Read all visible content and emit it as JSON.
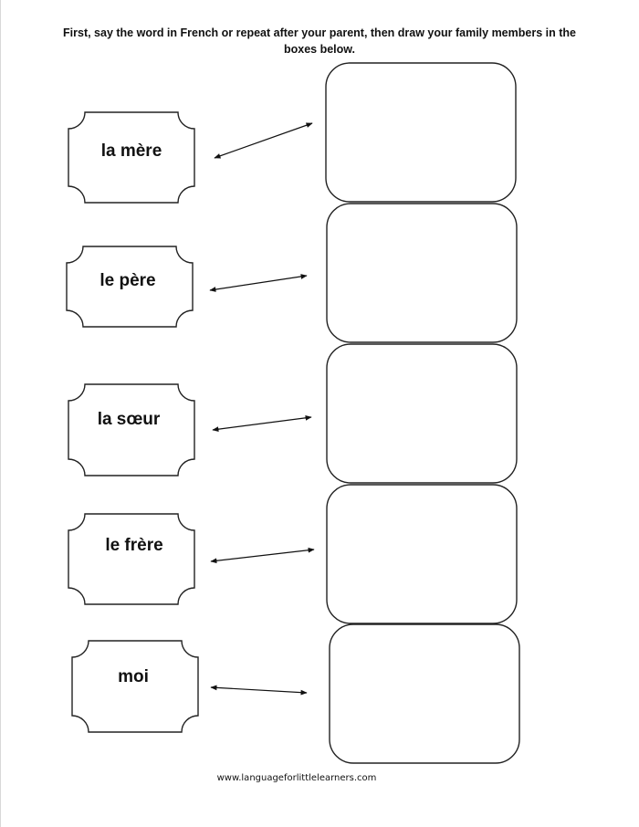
{
  "instructions": {
    "text": "First, say the word in French or repeat after your parent, then draw your family members in the boxes below."
  },
  "rows": [
    {
      "word": "la mère"
    },
    {
      "word": "le père"
    },
    {
      "word": "la sœur"
    },
    {
      "word": "le frère"
    },
    {
      "word": "moi"
    }
  ],
  "footer": {
    "url": "www.languageforlittlelearners.com"
  }
}
